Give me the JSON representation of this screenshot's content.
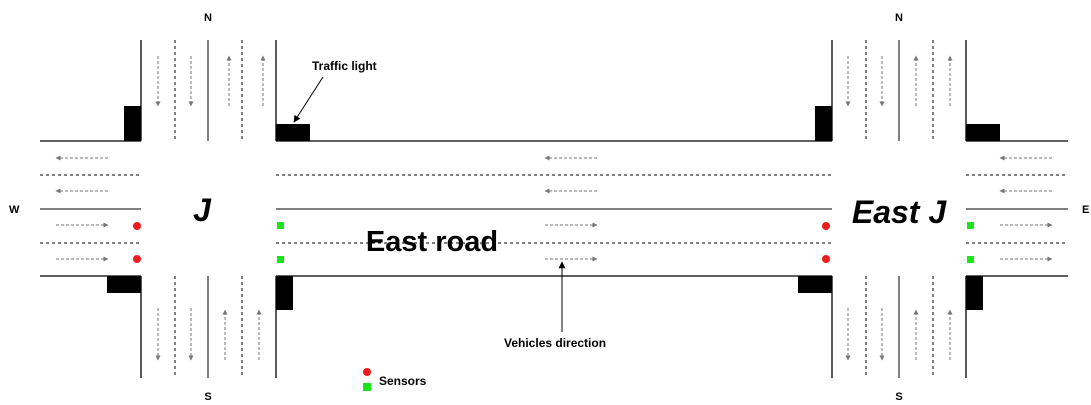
{
  "compass": {
    "north_left": "N",
    "north_right": "N",
    "south_left": "S",
    "south_right": "S",
    "west": "W",
    "east": "E"
  },
  "labels": {
    "junction_left": "J",
    "junction_right": "East J",
    "road": "East road",
    "traffic_light": "Traffic light",
    "vehicles_direction": "Vehicles direction",
    "sensors": "Sensors"
  },
  "colors": {
    "sensor_red": "#ee1c1c",
    "sensor_green": "#19e619",
    "arrow_gray": "#777777"
  }
}
